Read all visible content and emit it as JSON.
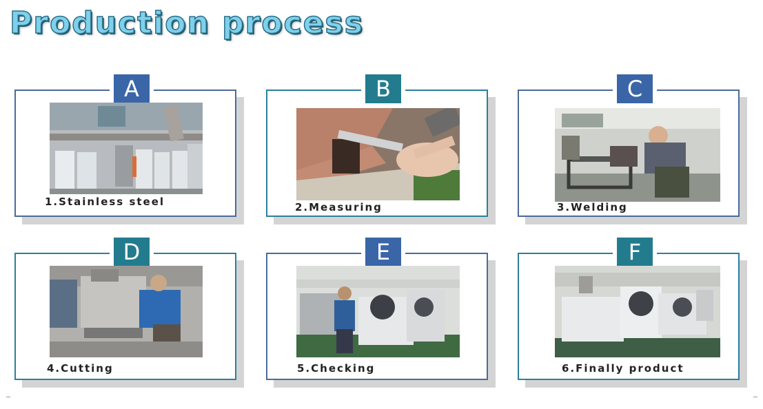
{
  "title": "Production process",
  "steps": [
    {
      "letter": "A",
      "caption": "1.Stainless steel"
    },
    {
      "letter": "B",
      "caption": "2.Measuring"
    },
    {
      "letter": "C",
      "caption": "3.Welding"
    },
    {
      "letter": "D",
      "caption": "4.Cutting"
    },
    {
      "letter": "E",
      "caption": "5.Checking"
    },
    {
      "letter": "F",
      "caption": "6.Finally product"
    }
  ],
  "colors": {
    "title_fill": "#7fd0ea",
    "title_stroke": "#2a6f88",
    "badge_blue": "#3a66a8",
    "badge_teal": "#237c8e",
    "frame_blue": "#4a6a9a",
    "frame_teal": "#2a7f9a",
    "shadow": "#d4d4d4"
  }
}
